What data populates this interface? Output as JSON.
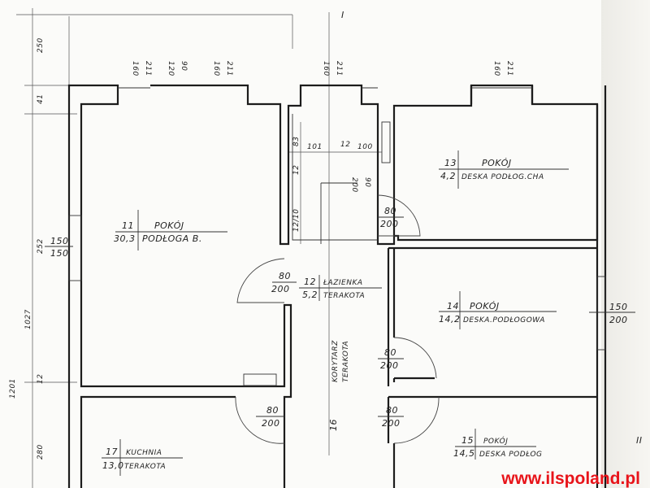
{
  "rooms": {
    "r11": {
      "number": "11",
      "name": "POKÓJ",
      "area": "30,3",
      "floor": "PODŁOGA B."
    },
    "r12": {
      "number": "12",
      "name": "ŁAZIENKA",
      "area": "5,2",
      "floor": "TERAKOTA"
    },
    "r13": {
      "number": "13",
      "name": "POKÓJ",
      "area": "4,2",
      "floor": "DESKA PODŁOG.CHA"
    },
    "r14": {
      "number": "14",
      "name": "POKÓJ",
      "area": "14,2",
      "floor": "DESKA.PODŁOGOWA"
    },
    "r15": {
      "number": "15",
      "name": "POKÓJ",
      "area": "14,5",
      "floor": "DESKA PODŁOG"
    },
    "r16": {
      "number": "16",
      "name": "KORYTARZ",
      "floor": "TERAKOTA"
    },
    "r17": {
      "number": "17",
      "name": "KUCHNIA",
      "area": "13,0",
      "floor": "TERAKOTA"
    }
  },
  "doors": {
    "d_bath": {
      "w": "80",
      "h": "200"
    },
    "d_13": {
      "w": "80",
      "h": "200"
    },
    "d_14": {
      "w": "80",
      "h": "200"
    },
    "d_kitchen": {
      "w": "80",
      "h": "200"
    },
    "d_15": {
      "w": "80",
      "h": "200"
    }
  },
  "windows": {
    "left": {
      "w": "150",
      "h": "150"
    },
    "right": {
      "w": "150",
      "h": "200"
    },
    "top": [
      "160",
      "211",
      "120",
      "90",
      "160",
      "211",
      "160",
      "211",
      "160",
      "211"
    ]
  },
  "dimensions": {
    "left": [
      "250",
      "41",
      "252",
      "1027",
      "1201",
      "12",
      "280"
    ],
    "corridor": [
      "101",
      "12",
      "100",
      "83",
      "12",
      "12/10",
      "200",
      "90"
    ],
    "section_mark": "I",
    "section_mark_right": "II"
  },
  "watermark": "www.ilspoland.pl"
}
